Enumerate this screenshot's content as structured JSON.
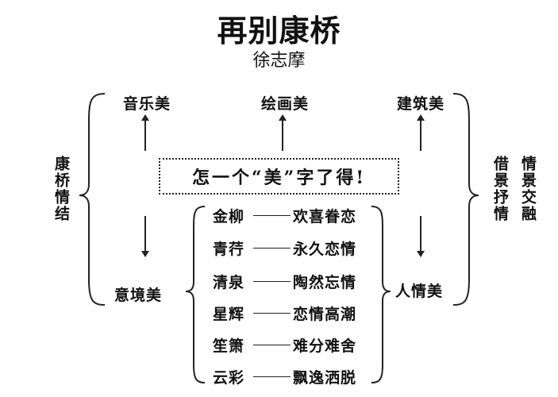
{
  "title": "再别康桥",
  "author": "徐志摩",
  "top_labels": [
    "音乐美",
    "绘画美",
    "建筑美"
  ],
  "banner": "怎一个“美”字了得!",
  "left_vertical": "康桥情结",
  "right_vertical_1": "借景抒情",
  "right_vertical_2": "情景交融",
  "mid_left": "意境美",
  "mid_right": "人情美",
  "pairs": [
    {
      "image": "金柳",
      "meaning": "欢喜眷恋"
    },
    {
      "image": "青荇",
      "meaning": "永久恋情"
    },
    {
      "image": "清泉",
      "meaning": "陶然忘情"
    },
    {
      "image": "星辉",
      "meaning": "恋情高潮"
    },
    {
      "image": "笙箫",
      "meaning": "难分难舍"
    },
    {
      "image": "云彩",
      "meaning": "飘逸洒脱"
    }
  ]
}
